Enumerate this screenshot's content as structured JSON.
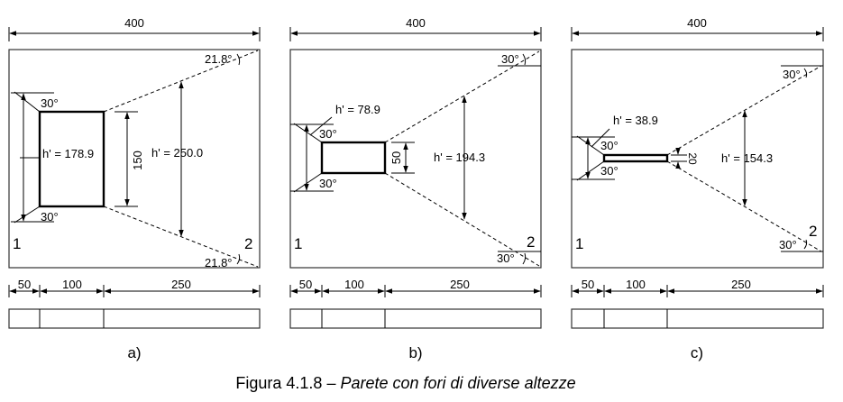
{
  "caption": {
    "prefix": "Figura 4.1.8 – ",
    "title": "Parete con fori di diverse altezze"
  },
  "panels": [
    {
      "id": "a",
      "label": "a)",
      "width_label": "400",
      "segments": [
        "50",
        "100",
        "250"
      ],
      "opening_height": "150",
      "h_left": "h' = 178.9",
      "h_right": "h' = 250.0",
      "angle_left_top": "30°",
      "angle_left_bottom": "30°",
      "angle_right_top": "21.8°",
      "angle_right_bottom": "21.8°",
      "region_left": "1",
      "region_right": "2"
    },
    {
      "id": "b",
      "label": "b)",
      "width_label": "400",
      "segments": [
        "50",
        "100",
        "250"
      ],
      "opening_height": "50",
      "h_left": "h' = 78.9",
      "h_right": "h' = 194.3",
      "angle_left_top": "30°",
      "angle_left_bottom": "30°",
      "angle_right_top": "30°",
      "angle_right_bottom": "30°",
      "region_left": "1",
      "region_right": "2"
    },
    {
      "id": "c",
      "label": "c)",
      "width_label": "400",
      "segments": [
        "50",
        "100",
        "250"
      ],
      "opening_height": "20",
      "h_left": "h' = 38.9",
      "h_right": "h' = 154.3",
      "angle_left_top": "30°",
      "angle_left_bottom": "30°",
      "angle_right_top": "30°",
      "angle_right_bottom": "30°",
      "region_left": "1",
      "region_right": "2"
    }
  ]
}
